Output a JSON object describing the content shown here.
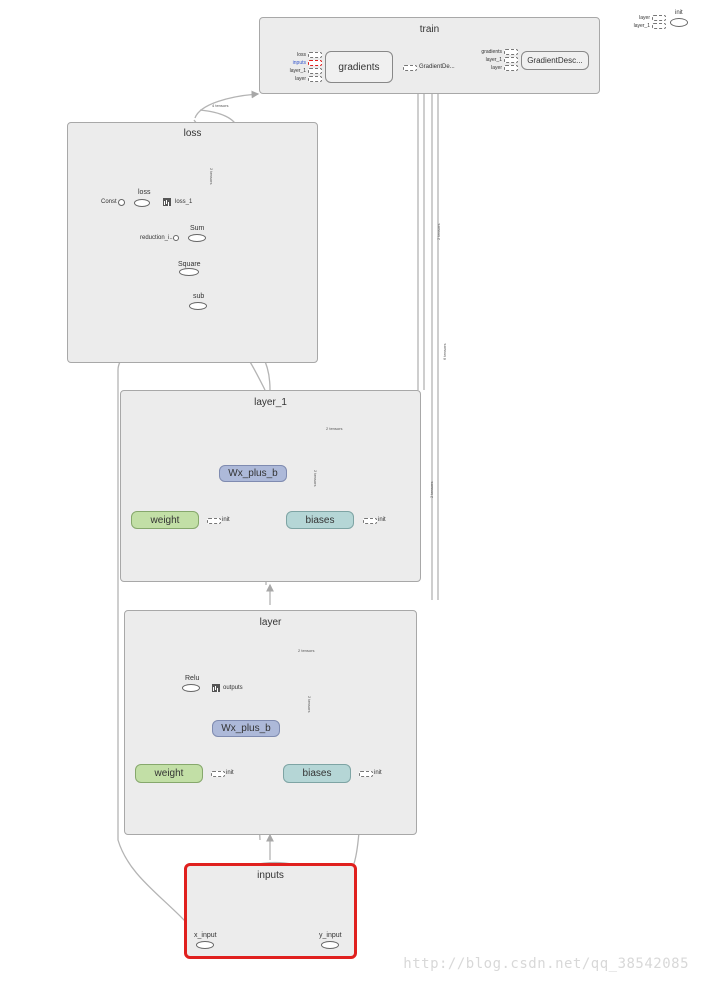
{
  "groups": {
    "train": "train",
    "loss": "loss",
    "layer_1": "layer_1",
    "layer": "layer",
    "inputs": "inputs"
  },
  "train": {
    "gradients": "gradients",
    "gradient_desc": "GradientDesc...",
    "gradient_de_port": "GradientDe...",
    "in_ports": [
      "loss",
      "inputs",
      "layer_1",
      "layer"
    ],
    "out_ports": [
      "gradients",
      "layer_1",
      "layer"
    ]
  },
  "loss_group": {
    "const": "Const",
    "loss_op": "loss",
    "loss_summary": "loss_1",
    "sum": "Sum",
    "reduction": "reduction_i...",
    "square": "Square",
    "sub": "sub"
  },
  "layer_1_group": {
    "wx": "Wx_plus_b",
    "weight": "weight",
    "biases": "biases",
    "init": "init"
  },
  "layer_group": {
    "relu": "Relu",
    "outputs": "outputs",
    "wx": "Wx_plus_b",
    "weight": "weight",
    "biases": "biases",
    "init": "init"
  },
  "inputs_group": {
    "x_input": "x_input",
    "y_input": "y_input"
  },
  "top_right": {
    "init": "init",
    "ports": [
      "layer",
      "layer_1"
    ]
  },
  "edge_labels": [
    "4 tensors",
    "2 tensors",
    "2 tensors",
    "6 tensors",
    "2 tensors",
    "2 tensors",
    "2 tensors",
    "2 tensors",
    "2 tensors"
  ],
  "watermark": "http://blog.csdn.net/qq_38542085",
  "colors": {
    "weight": "#c2dfa6",
    "biases": "#b5d6d6",
    "wx": "#adb9d9",
    "selected": "#e0201e",
    "group_bg": "#ececec"
  }
}
